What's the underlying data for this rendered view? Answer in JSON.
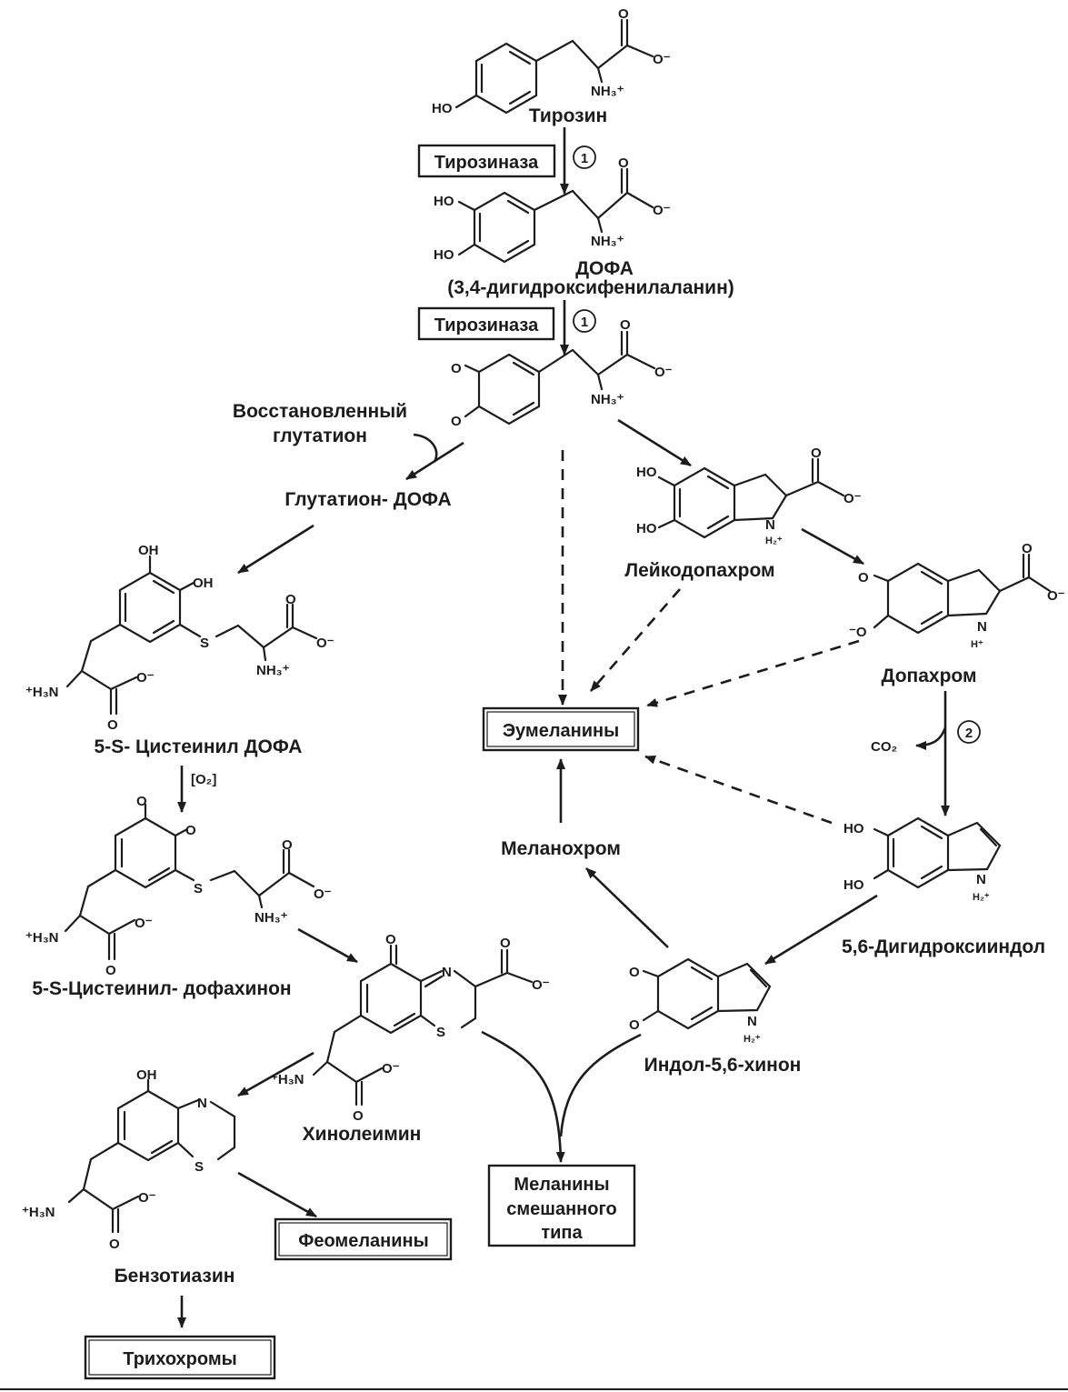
{
  "enzymes": {
    "tyrosinase_1": "Тирозиназа",
    "tyrosinase_2": "Тирозиназа"
  },
  "step_numbers": {
    "step1a": "1",
    "step1b": "1",
    "step2": "2"
  },
  "compounds": {
    "tyrosine": "Тирозин",
    "dopa": "ДОФА",
    "dopa_full": "(3,4-дигидроксифенилаланин)",
    "reduced_glutathione_line1": "Восстановленный",
    "reduced_glutathione_line2": "глутатион",
    "glutathione_dopa": "Глутатион- ДОФА",
    "cysteinyl_dopa": "5-S- Цистеинил  ДОФА",
    "cysteinyl_dopaquinone": "5-S-Цистеинил- дофахинон",
    "leucodopachrome": "Лейкодопахром",
    "dopachrome": "Допахром",
    "dihydroxyindole": "5,6-Дигидроксииндол",
    "melanochrome": "Меланохром",
    "indole_quinone": "Индол-5,6-хинон",
    "quinoleimine": "Хинолеимин",
    "benzothiazine": "Бензотиазин"
  },
  "products": {
    "eumelanins": "Эумеланины",
    "mixed_line1": "Меланины",
    "mixed_line2": "смешанного",
    "mixed_line3": "типа",
    "pheomelanins": "Феомеланины",
    "trichochromes": "Трихохромы"
  },
  "reagents": {
    "o2": "[O₂]",
    "co2": "CO₂"
  },
  "atoms": {
    "O": "O",
    "HO": "HO",
    "OH": "OH",
    "S": "S",
    "N": "N",
    "O_minus": "O⁻",
    "minus_O": "⁻O",
    "NH3_plus": "NH₃⁺",
    "plus_H3N": "⁺H₃N",
    "N_H2_plus": "H₂⁺",
    "H_plus": "H⁺"
  }
}
